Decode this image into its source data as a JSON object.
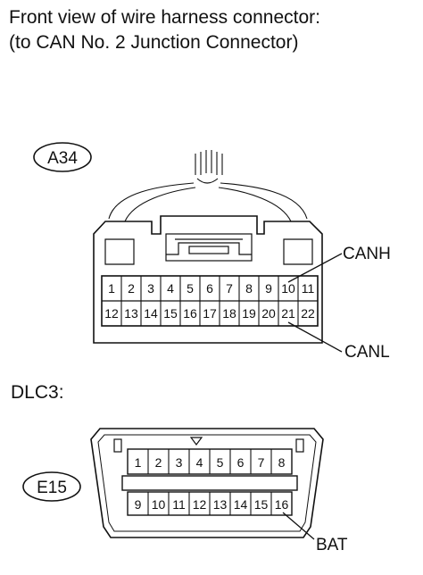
{
  "header": {
    "line1": "Front view of wire harness connector:",
    "line2": "(to CAN No. 2 Junction Connector)"
  },
  "connector_a34": {
    "code": "A34",
    "pins_top": [
      "1",
      "2",
      "3",
      "4",
      "5",
      "6",
      "7",
      "8",
      "9",
      "10",
      "11"
    ],
    "pins_bottom": [
      "12",
      "13",
      "14",
      "15",
      "16",
      "17",
      "18",
      "19",
      "20",
      "21",
      "22"
    ],
    "callouts": [
      "CANH",
      "CANL"
    ]
  },
  "dlc3": {
    "label": "DLC3:",
    "code": "E15",
    "pins_top": [
      "1",
      "2",
      "3",
      "4",
      "5",
      "6",
      "7",
      "8"
    ],
    "pins_bottom": [
      "9",
      "10",
      "11",
      "12",
      "13",
      "14",
      "15",
      "16"
    ],
    "callout": "BAT"
  }
}
